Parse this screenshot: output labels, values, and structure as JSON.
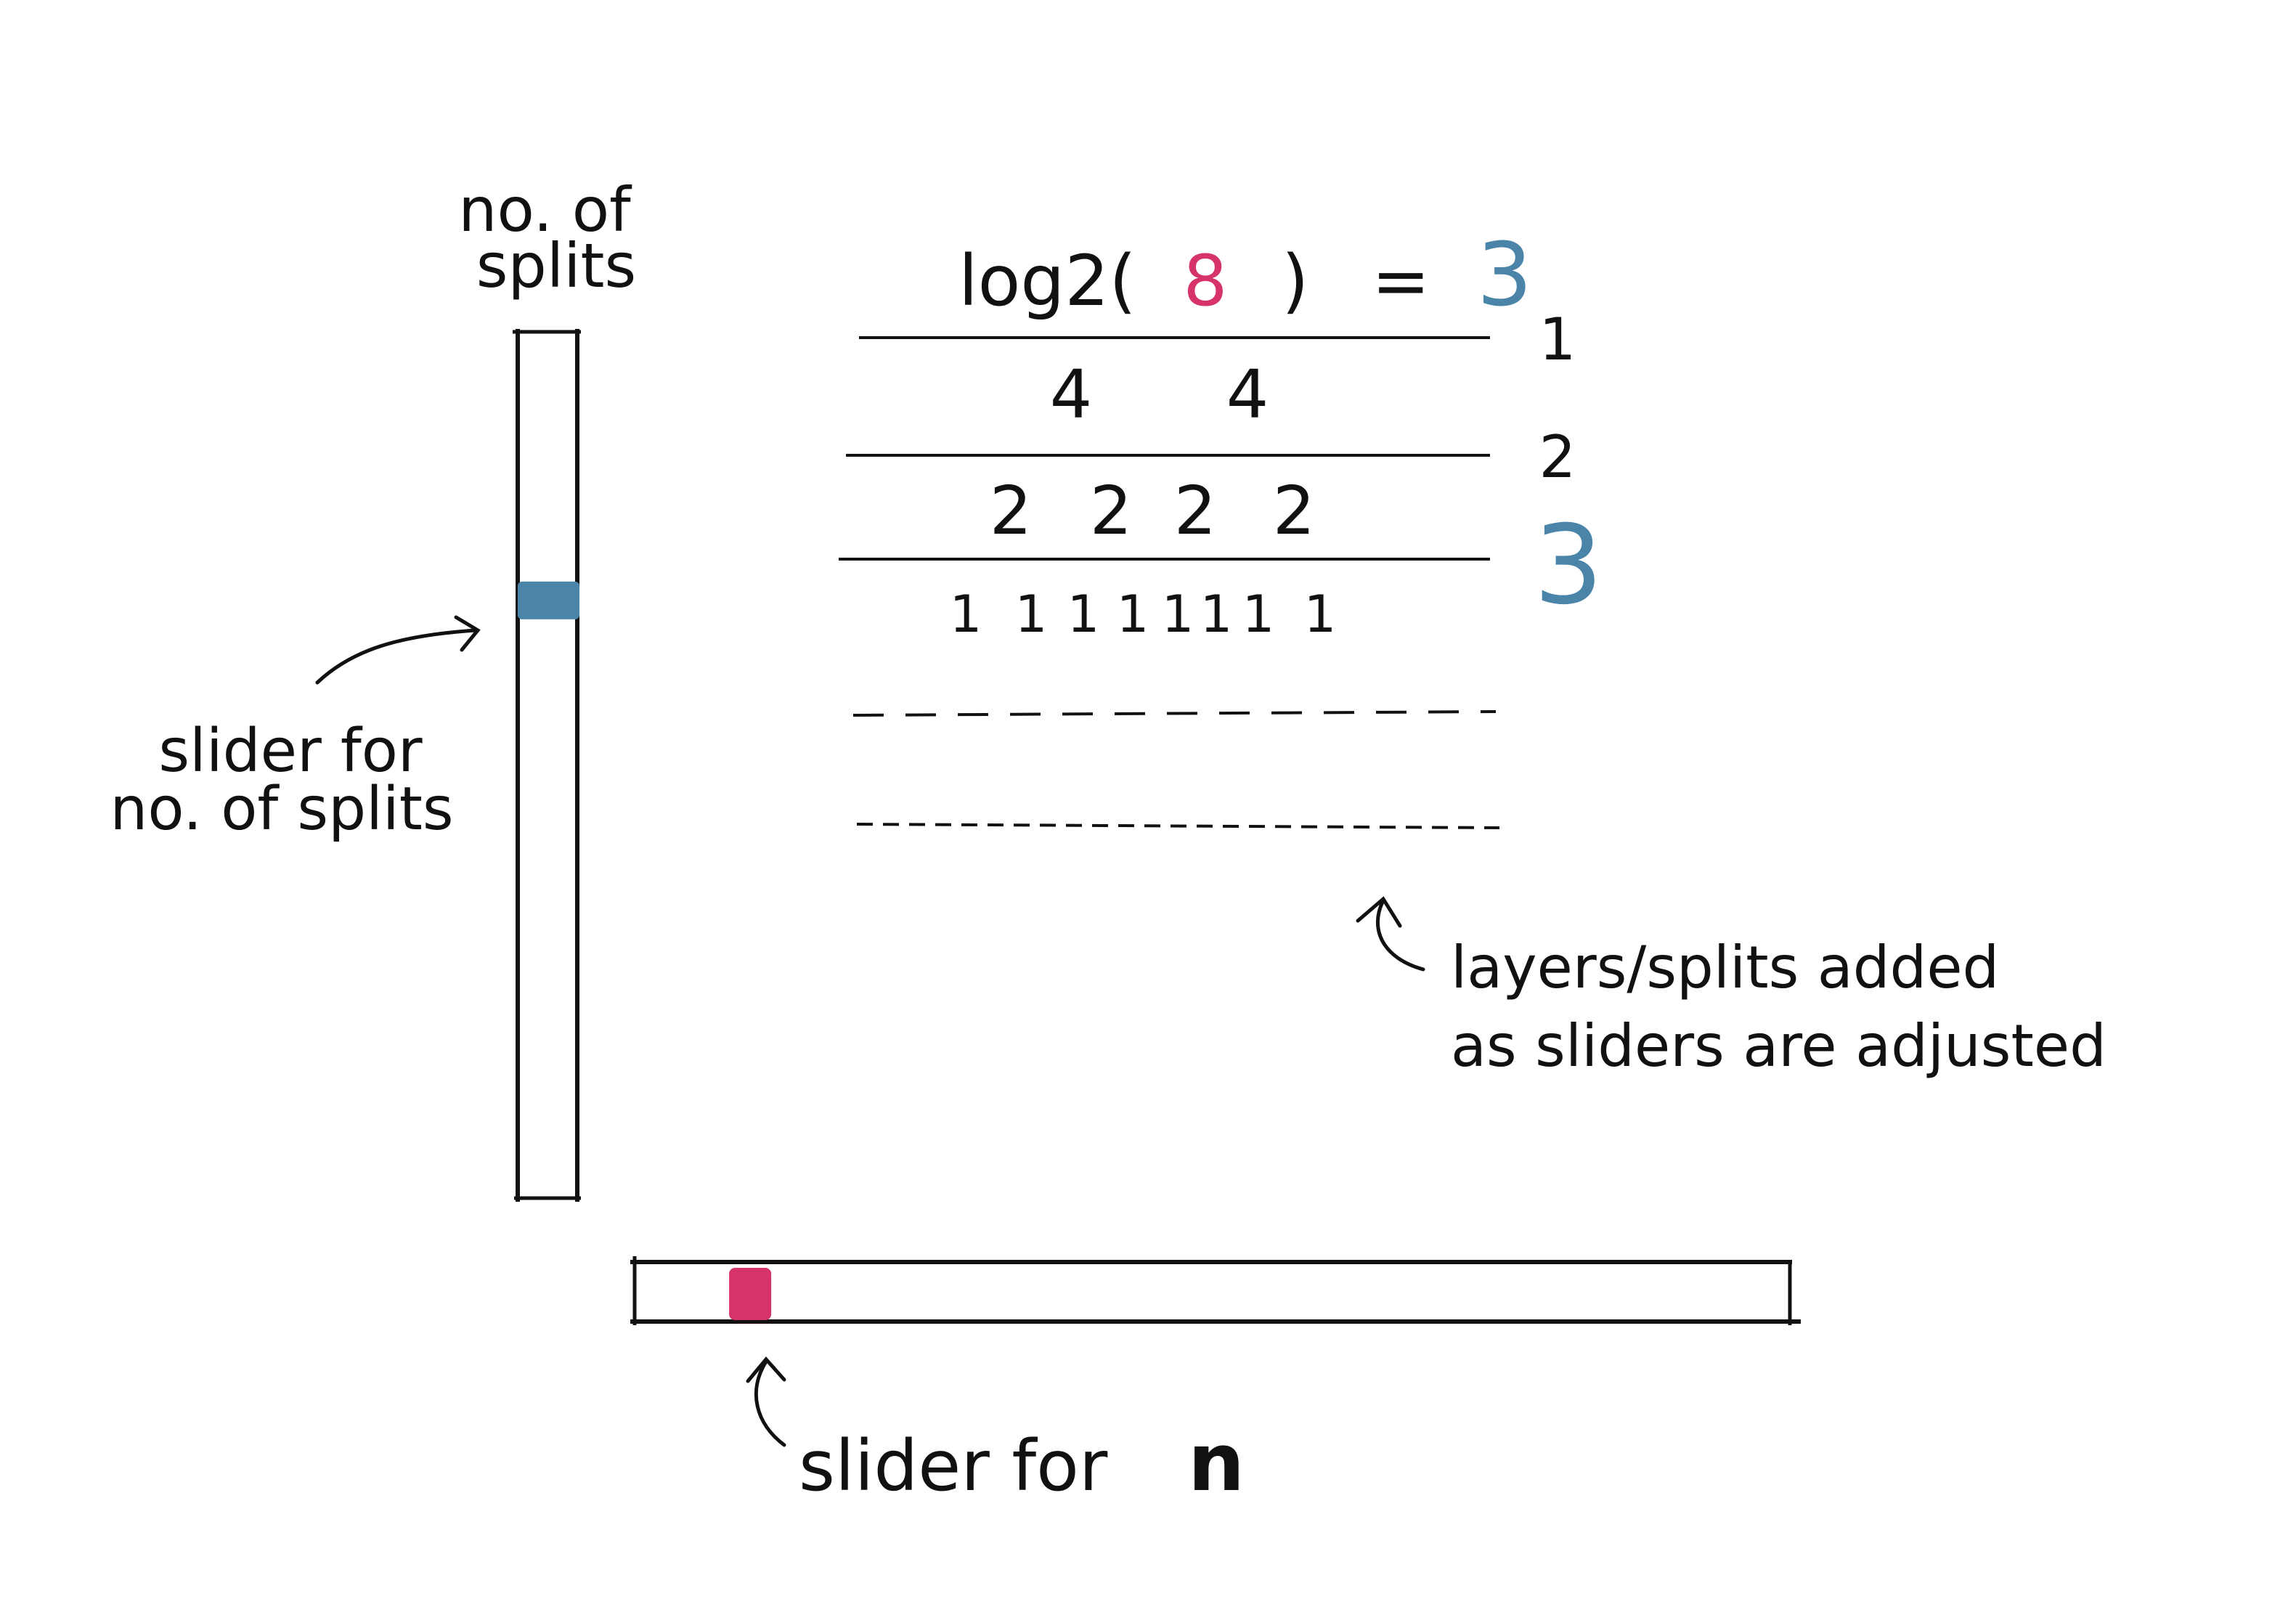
{
  "colors": {
    "ink": "#111111",
    "blue": "#4a84a8",
    "pink": "#d6336c"
  },
  "labels": {
    "splits_title_line1": "no. of",
    "splits_title_line2": "splits",
    "splits_slider_caption_line1": "slider for",
    "splits_slider_caption_line2": "no. of splits",
    "n_slider_caption_prefix": "slider for",
    "n_slider_caption_var": "n",
    "layers_caption_line1": "layers/splits added",
    "layers_caption_line2": "as sliders are adjusted"
  },
  "equation": {
    "prefix": "log2(",
    "n_value": "8",
    "suffix": ")",
    "equals": "=",
    "result": "3"
  },
  "rows": [
    {
      "values": [
        "4",
        "4"
      ]
    },
    {
      "values": [
        "2",
        "2",
        "2",
        "2"
      ]
    },
    {
      "values": [
        "1",
        "1",
        "1",
        "1",
        "1",
        "1",
        "1",
        "1"
      ]
    }
  ],
  "level_numbers": [
    "1",
    "2",
    "3"
  ],
  "sliders": {
    "splits": {
      "value_fraction": 0.31,
      "color": "blue"
    },
    "n": {
      "value_fraction": 0.1,
      "color": "pink"
    }
  }
}
